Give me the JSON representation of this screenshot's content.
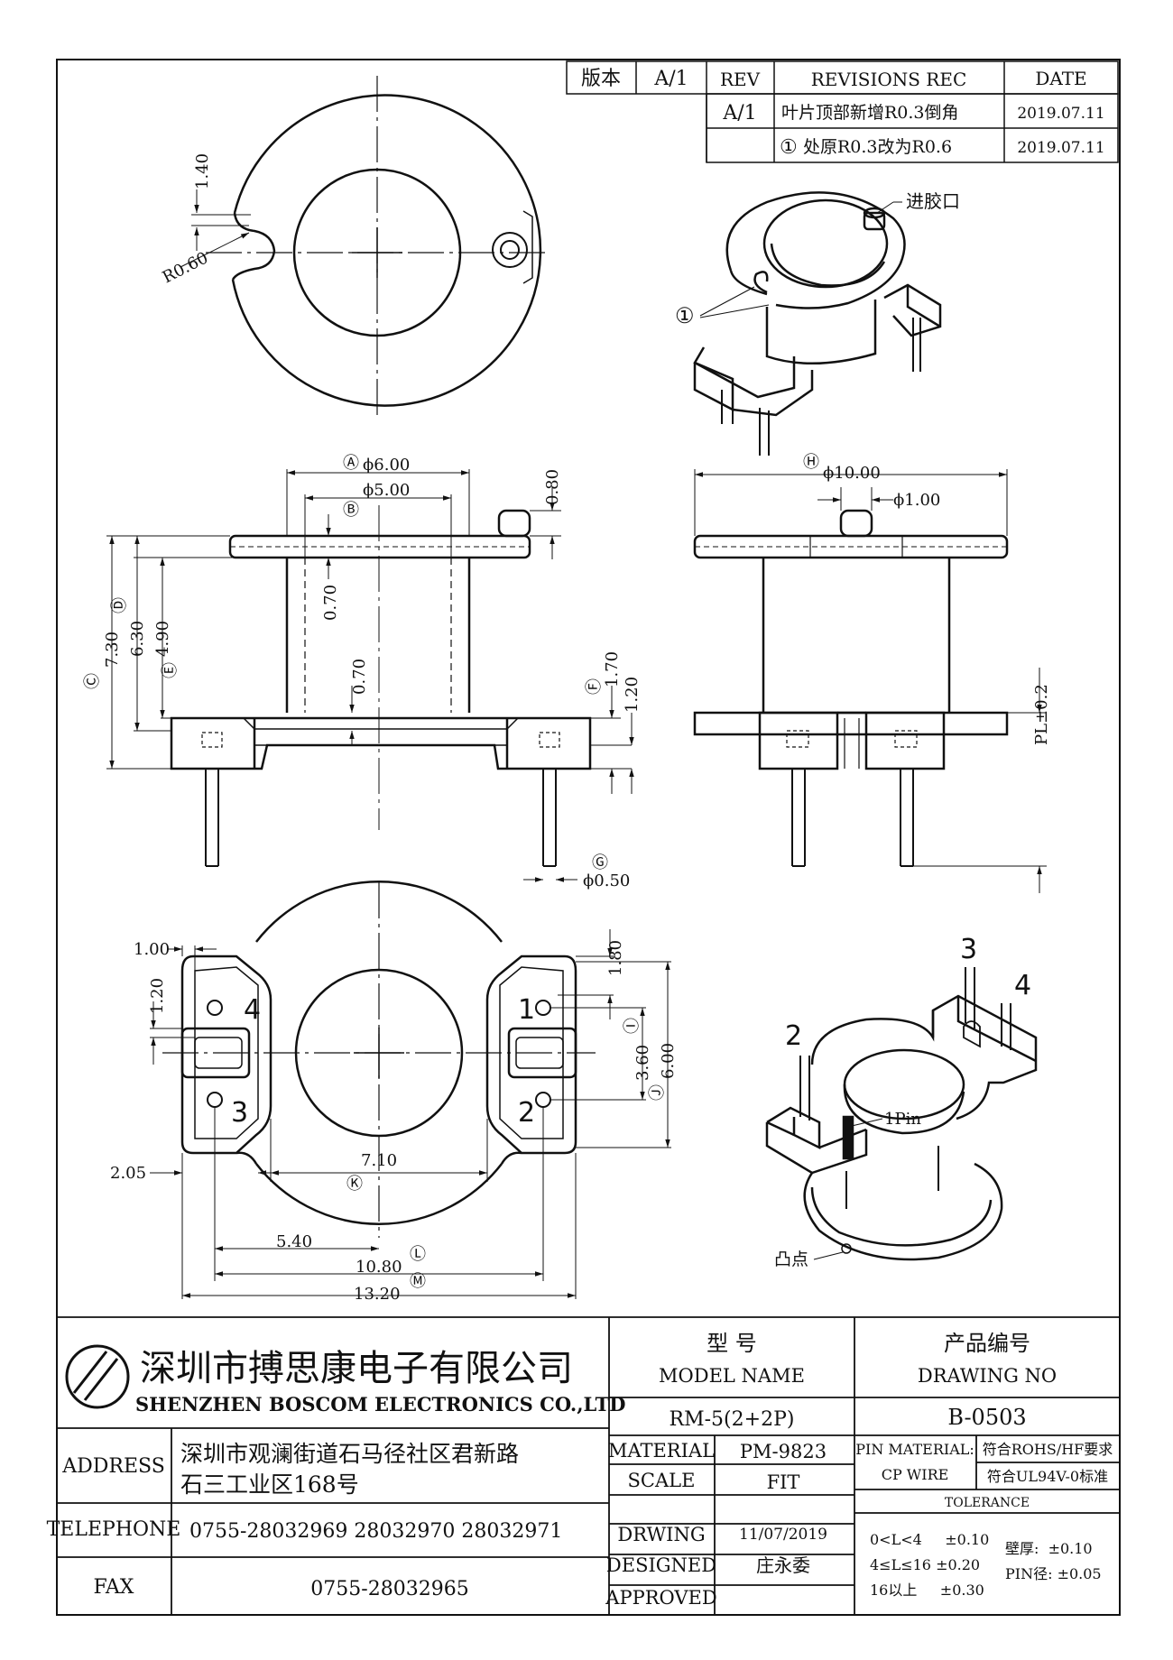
{
  "revision_table": {
    "version_label": "版本",
    "version_value": "A/1",
    "headers": {
      "rev": "REV",
      "rec": "REVISIONS REC",
      "date": "DATE"
    },
    "rows": [
      {
        "rev": "A/1",
        "rec": "叶片顶部新增R0.3倒角",
        "date": "2019.07.11"
      },
      {
        "rev": "",
        "rec_marker": "①",
        "rec": "处原R0.3改为R0.6",
        "date": "2019.07.11"
      }
    ]
  },
  "top_view": {
    "dim_notch_depth": "1.40",
    "dim_radius": "R0.60"
  },
  "iso_view_top": {
    "inlet_label": "进胶口",
    "marker": "①"
  },
  "front_view": {
    "markers": {
      "A": "Ⓐ",
      "B": "Ⓑ",
      "C": "Ⓒ",
      "D": "Ⓓ",
      "E": "Ⓔ",
      "F": "Ⓕ",
      "G": "Ⓖ"
    },
    "dim_a": "ϕ6.00",
    "dim_b": "ϕ5.00",
    "dim_pin_bump": "0.80",
    "dim_wall_top": "0.70",
    "dim_wall_bottom": "0.70",
    "dim_c": "7.30",
    "dim_d": "6.30",
    "dim_e": "4.90",
    "dim_f": "1.70",
    "dim_base": "1.20",
    "dim_g": "ϕ0.50"
  },
  "side_view": {
    "marker_h": "Ⓗ",
    "dim_h": "ϕ10.00",
    "dim_pin": "ϕ1.00",
    "dim_pl": "PL±0.2"
  },
  "bottom_view": {
    "markers": {
      "I": "Ⓘ",
      "J": "Ⓙ",
      "K": "Ⓚ",
      "L": "Ⓛ",
      "M": "Ⓜ"
    },
    "pin_numbers": [
      "1",
      "2",
      "3",
      "4"
    ],
    "dim_tab": "1.00",
    "dim_slot": "1.20",
    "dim_top_edge": "1.80",
    "dim_i": "3.60",
    "dim_j": "6.00",
    "dim_edge": "2.05",
    "dim_k": "7.10",
    "dim_half_pitch": "5.40",
    "dim_l": "10.80",
    "dim_m": "13.20"
  },
  "iso_view_bottom": {
    "pin_numbers": [
      "3",
      "4",
      "2"
    ],
    "pin1_label": "1Pin",
    "dimple_label": "凸点"
  },
  "title_block": {
    "company_cn": "深圳市搏思康电子有限公司",
    "company_en": "SHENZHEN BOSCOM ELECTRONICS CO.,LTD",
    "address_label": "ADDRESS",
    "address_line1": "深圳市观澜街道石马径社区君新路",
    "address_line2": "石三工业区168号",
    "telephone_label": "TELEPHONE",
    "telephone": "0755-28032969 28032970 28032971",
    "fax_label": "FAX",
    "fax": "0755-28032965",
    "model_label_cn": "型    号",
    "model_label_en": "MODEL NAME",
    "model": "RM-5(2+2P)",
    "drawing_label_cn": "产品编号",
    "drawing_label_en": "DRAWING NO",
    "drawing_no": "B-0503",
    "material_label": "MATERIAL",
    "material": "PM-9823",
    "scale_label": "SCALE",
    "scale": "FIT",
    "drawing_date_label": "DRWING",
    "drawing_date": "11/07/2019",
    "designed_label": "DESIGNED",
    "designer": "庄永委",
    "approved_label": "APPROVED",
    "pin_material_label": "PIN MATERIAL:",
    "pin_material": "CP WIRE",
    "compliance_1": "符合ROHS/HF要求",
    "compliance_2": "符合UL94V-0标准",
    "tolerance_label": "TOLERANCE",
    "tol_row1": "0<L<4     ±0.10",
    "tol_row2": "4≤L≤16 ±0.20",
    "tol_row3": "16以上     ±0.30",
    "wall_tol": "壁厚:  ±0.10",
    "pin_tol": "PIN径: ±0.05"
  }
}
